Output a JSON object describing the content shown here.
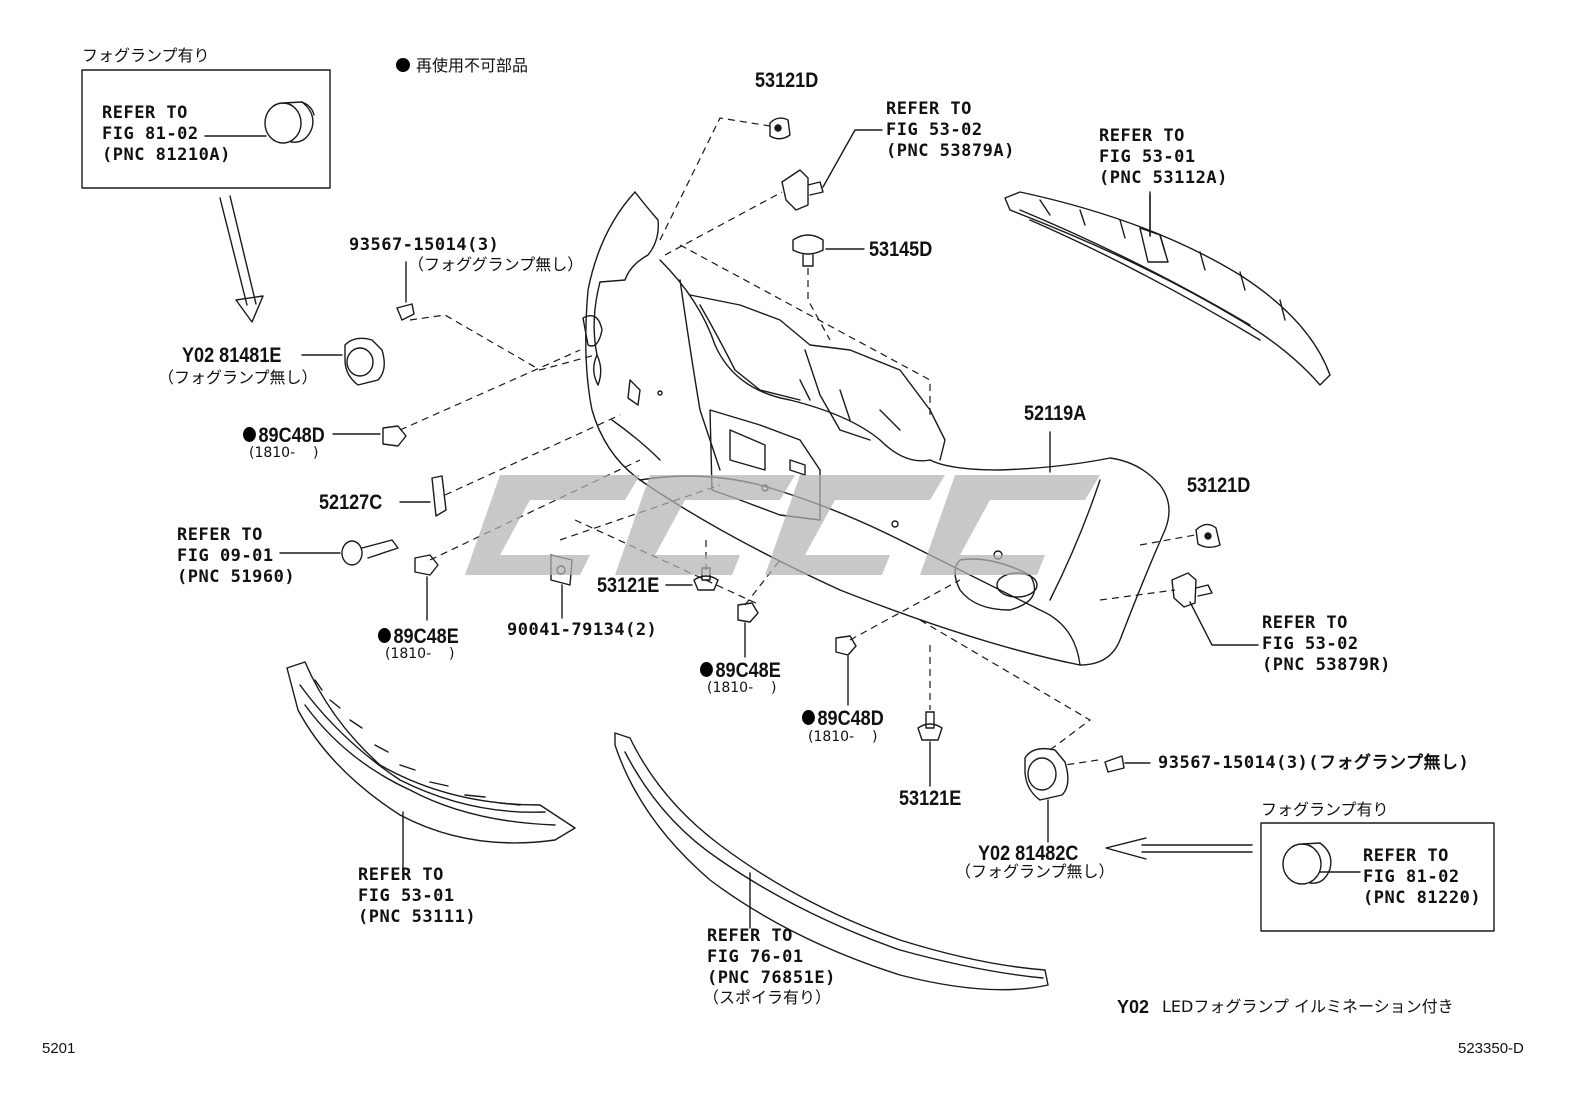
{
  "legend": {
    "non_reusable": "再使用不可部品"
  },
  "boxes": {
    "fog_with_left": {
      "title": "フォグランプ有り",
      "ref": "REFER TO",
      "fig": "FIG 81-02",
      "pnc": "(PNC 81210A)"
    },
    "fog_with_right": {
      "title": "フォグランプ有り",
      "ref": "REFER TO",
      "fig": "FIG 81-02",
      "pnc": "(PNC 81220)"
    }
  },
  "parts": {
    "p53121D_top": "53121D",
    "p53121D_right": "53121D",
    "p53145D": "53145D",
    "p52119A": "52119A",
    "p52127C": "52127C",
    "p53121E_a": "53121E",
    "p53121E_b": "53121E",
    "p93567_left": "93567-15014(3)",
    "p93567_left_note": "（フォググランプ無し）",
    "p93567_right": "93567-15014(3)(フォグランプ無し)",
    "p81481E": "Y02 81481E",
    "p81481E_note": "（フォグランプ無し）",
    "p81482C": "Y02 81482C",
    "p81482C_note": "（フォグランプ無し）",
    "p89C48D_a": "89C48D",
    "p89C48D_a_note": "(1810-    )",
    "p89C48E_a": "89C48E",
    "p89C48E_a_note": "(1810-    )",
    "p89C48E_b": "89C48E",
    "p89C48E_b_note": "(1810-    )",
    "p89C48D_b": "89C48D",
    "p89C48D_b_note": "(1810-    )",
    "p90041": "90041-79134(2)"
  },
  "refs": {
    "r53879A": [
      "REFER TO",
      "FIG 53-02",
      "(PNC 53879A)"
    ],
    "r53112A": [
      "REFER TO",
      "FIG 53-01",
      "(PNC 53112A)"
    ],
    "r51960": [
      "REFER TO",
      "FIG 09-01",
      "(PNC 51960)"
    ],
    "r53879R": [
      "REFER TO",
      "FIG 53-02",
      "(PNC 53879R)"
    ],
    "r53111": [
      "REFER TO",
      "FIG 53-01",
      "(PNC 53111)"
    ],
    "r76851E": [
      "REFER TO",
      "FIG 76-01",
      "(PNC 76851E)",
      "（スポイラ有り）"
    ]
  },
  "footer": {
    "y02_code": "Y02",
    "y02_desc": "LEDフォグランプ イルミネーション付き",
    "page_left": "5201",
    "page_right": "523350-D"
  },
  "colors": {
    "line": "#1a1a1a",
    "watermark": "#b4b4b4"
  }
}
